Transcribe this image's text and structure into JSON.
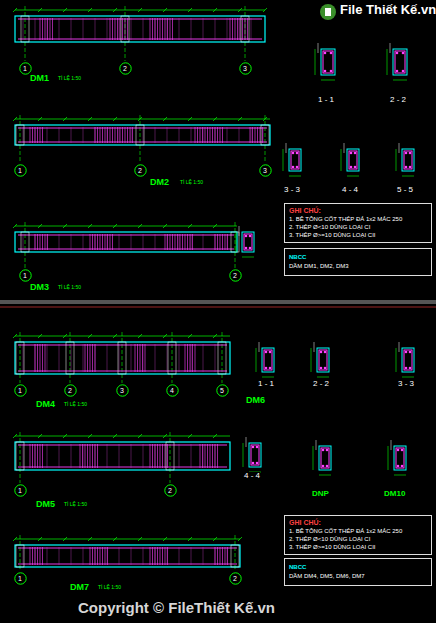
{
  "diagram": {
    "nodes": [
      {
        "text": [
          "1"
        ]
      },
      {
        "text": [
          "2"
        ]
      },
      {
        "text": [
          "3"
        ]
      },
      {
        "text": [
          "1"
        ]
      },
      {
        "text": [
          "2"
        ]
      },
      {
        "text": [
          "3"
        ]
      },
      {
        "text": [
          "1"
        ]
      },
      {
        "text": [
          "2"
        ]
      },
      {
        "text": [
          "GHI CHÚ:",
          "1. BÊ TÔNG CỐT THÉP ĐÁ 1x2 MÁC 250",
          "2. THÉP Ø<10 DÙNG LOẠI CI",
          "3. THÉP Ø>=10 DÙNG LOẠI CII"
        ]
      },
      {
        "text": [
          "NBCC",
          "DẦM DM1, DM2, DM3"
        ]
      },
      {
        "text": [
          "1"
        ]
      },
      {
        "text": [
          "2"
        ]
      },
      {
        "text": [
          "3"
        ]
      },
      {
        "text": [
          "4"
        ]
      },
      {
        "text": [
          "5"
        ]
      },
      {
        "text": [
          "1"
        ]
      },
      {
        "text": [
          "2"
        ]
      },
      {
        "text": [
          "1"
        ]
      },
      {
        "text": [
          "2"
        ]
      },
      {
        "text": [
          "GHI CHÚ:",
          "1. BÊ TÔNG CỐT THÉP ĐÁ 1x2 MÁC 250",
          "2. THÉP Ø<10 DÙNG LOẠI CI",
          "3. THÉP Ø>=10 DÙNG LOẠI CII"
        ]
      },
      {
        "text": [
          "NBCC",
          "DẦM DM4, DM5, DM6, DM7"
        ]
      }
    ],
    "labels": [
      "DM1",
      "TỈ LỆ 1:50",
      "1 - 1",
      "2 - 2",
      "DM2",
      "TỈ LỆ 1:50",
      "3 - 3",
      "4 - 4",
      "5 - 5",
      "DM3",
      "TỈ LỆ 1:50",
      "DM4",
      "TỈ LỆ 1:50",
      "DM6",
      "1 - 1",
      "2 - 2",
      "3 - 3",
      "DM5",
      "TỈ LỆ 1:50",
      "4 - 4",
      "DNP",
      "DM10",
      "DM7",
      "TỈ LỆ 1:50",
      "Copyright © FileThiết Kế.vn",
      "File Thiết Kế.vn"
    ]
  }
}
